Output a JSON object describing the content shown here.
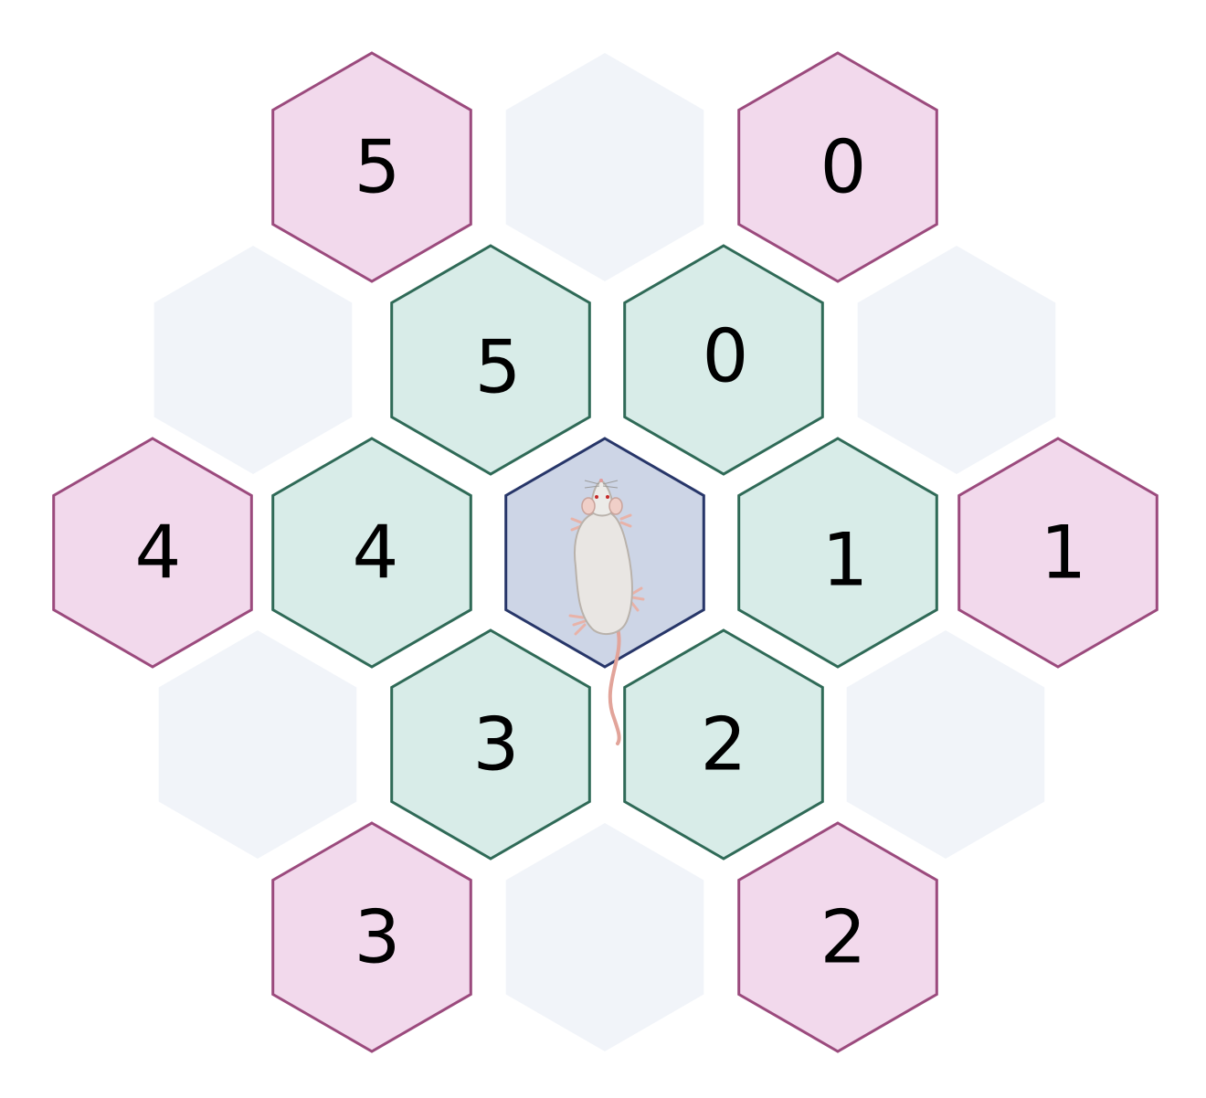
{
  "colors": {
    "background": "#ffffff",
    "outer_fill": "#f2d9ec",
    "outer_stroke": "#9b4a7d",
    "inner_fill": "#d8ece8",
    "inner_stroke": "#2f6a57",
    "center_fill": "#cdd5e6",
    "center_stroke": "#273669",
    "empty_fill": "#f1f4f9"
  },
  "center": {
    "icon": "mouse-icon"
  },
  "inner_ring": [
    {
      "id": "5",
      "label": "5"
    },
    {
      "id": "0",
      "label": "0"
    },
    {
      "id": "1",
      "label": "1"
    },
    {
      "id": "2",
      "label": "2"
    },
    {
      "id": "3",
      "label": "3"
    },
    {
      "id": "4",
      "label": "4"
    }
  ],
  "outer_ring": [
    {
      "id": "5",
      "label": "5"
    },
    {
      "id": "0",
      "label": "0"
    },
    {
      "id": "1",
      "label": "1"
    },
    {
      "id": "2",
      "label": "2"
    },
    {
      "id": "3",
      "label": "3"
    },
    {
      "id": "4",
      "label": "4"
    }
  ]
}
